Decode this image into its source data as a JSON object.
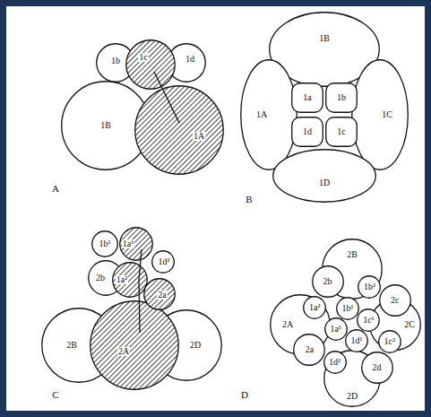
{
  "diagram": {
    "nodes": [
      {
        "text": [
          "1b"
        ]
      },
      {
        "text": [
          "1c"
        ]
      },
      {
        "text": [
          "1d"
        ]
      },
      {
        "text": [
          "1B"
        ]
      },
      {
        "text": [
          "1A"
        ]
      },
      {
        "text": [
          "1B"
        ]
      },
      {
        "text": [
          "1A"
        ]
      },
      {
        "text": [
          "1a"
        ]
      },
      {
        "text": [
          "1b"
        ]
      },
      {
        "text": [
          "1C"
        ]
      },
      {
        "text": [
          "1d"
        ]
      },
      {
        "text": [
          "1c"
        ]
      },
      {
        "text": [
          "1D"
        ]
      },
      {
        "text": [
          "1b¹"
        ]
      },
      {
        "text": [
          "1a¹"
        ]
      },
      {
        "text": [
          "1d²"
        ]
      },
      {
        "text": [
          "2b"
        ]
      },
      {
        "text": [
          "1a²"
        ]
      },
      {
        "text": [
          "2a"
        ]
      },
      {
        "text": [
          "2B"
        ]
      },
      {
        "text": [
          "2A"
        ]
      },
      {
        "text": [
          "2D"
        ]
      },
      {
        "text": [
          "2B"
        ]
      },
      {
        "text": [
          "2b"
        ]
      },
      {
        "text": [
          "1b²"
        ]
      },
      {
        "text": [
          "1b¹"
        ]
      },
      {
        "text": [
          "1a²"
        ]
      },
      {
        "text": [
          "2c"
        ]
      },
      {
        "text": [
          "1a¹"
        ]
      },
      {
        "text": [
          "1c¹"
        ]
      },
      {
        "text": [
          "2A"
        ]
      },
      {
        "text": [
          "2C"
        ]
      },
      {
        "text": [
          "2a"
        ]
      },
      {
        "text": [
          "1d¹"
        ]
      },
      {
        "text": [
          "1c²"
        ]
      },
      {
        "text": [
          "1d²"
        ]
      },
      {
        "text": [
          "2d"
        ]
      },
      {
        "text": [
          "2D"
        ]
      }
    ],
    "edges": [
      {
        "from": 1,
        "to": 4,
        "arrow": "none"
      },
      {
        "from": 14,
        "to": 17,
        "arrow": "none"
      },
      {
        "from": 17,
        "to": 20,
        "arrow": "none"
      }
    ],
    "labels": [
      "A",
      "B",
      "C",
      "D"
    ]
  }
}
